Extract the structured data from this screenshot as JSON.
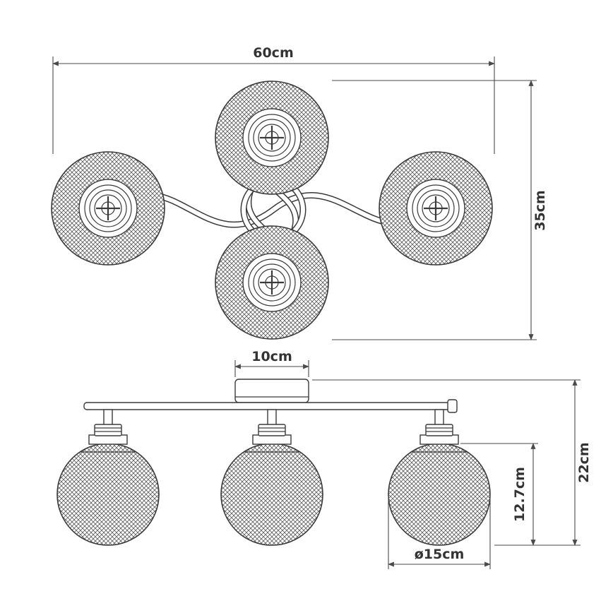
{
  "diagram": {
    "top_view": {
      "width_label": "60cm",
      "height_label": "35cm"
    },
    "front_view": {
      "canopy_width_label": "10cm",
      "total_height_label": "22cm",
      "shade_height_label": "12.7cm",
      "shade_diameter_label": "ø15cm"
    },
    "colors": {
      "line": "#3a3a3a",
      "dimension": "#4a4a4a",
      "text": "#333333",
      "background": "#ffffff"
    }
  }
}
